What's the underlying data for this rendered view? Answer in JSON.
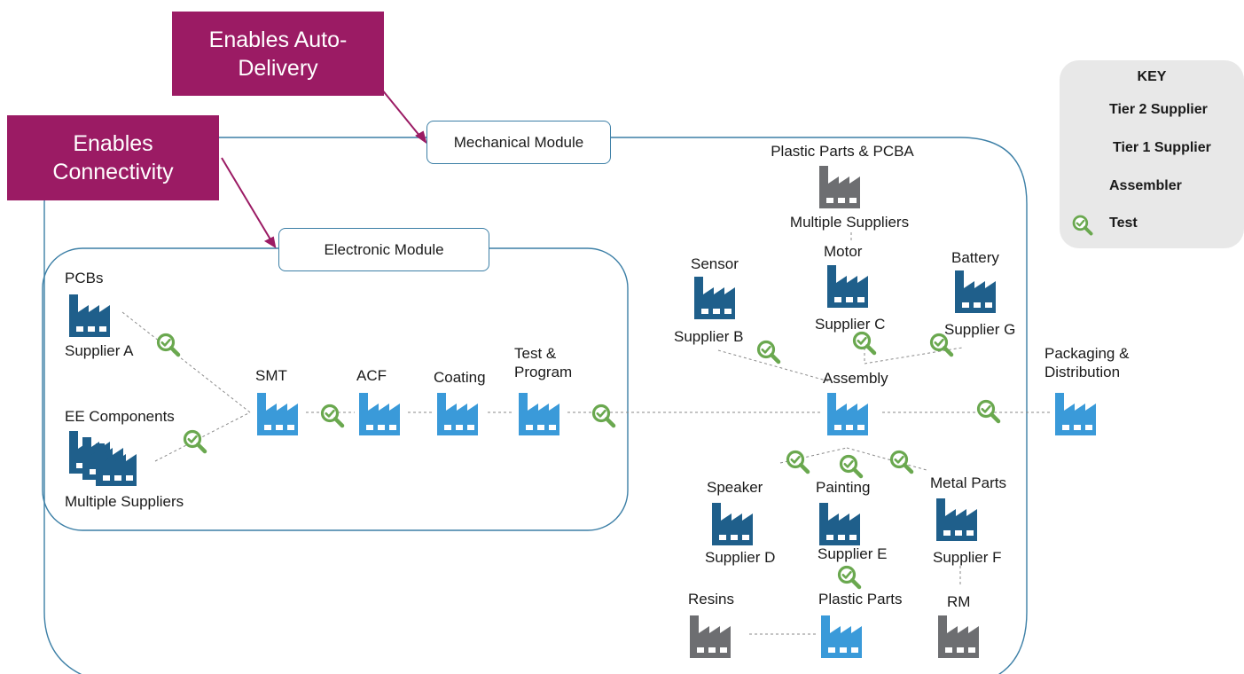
{
  "callouts": {
    "auto_delivery": "Enables Auto-Delivery",
    "connectivity": "Enables Connectivity"
  },
  "modules": {
    "mechanical": "Mechanical Module",
    "electronic": "Electronic Module"
  },
  "nodes": {
    "pcbs": {
      "title": "PCBs",
      "supplier": "Supplier A",
      "tier": "tier1"
    },
    "ee_components": {
      "title": "EE Components",
      "supplier": "Multiple Suppliers",
      "tier": "tier1"
    },
    "smt": {
      "title": "SMT",
      "tier": "assembler"
    },
    "acf": {
      "title": "ACF",
      "tier": "assembler"
    },
    "coating": {
      "title": "Coating",
      "tier": "assembler"
    },
    "test_program": {
      "title": "Test & Program",
      "tier": "assembler"
    },
    "plastic_pcba": {
      "title": "Plastic Parts & PCBA",
      "supplier": "Multiple Suppliers",
      "tier": "tier2"
    },
    "sensor": {
      "title": "Sensor",
      "supplier": "Supplier B",
      "tier": "tier1"
    },
    "motor": {
      "title": "Motor",
      "supplier": "Supplier C",
      "tier": "tier1"
    },
    "battery": {
      "title": "Battery",
      "supplier": "Supplier G",
      "tier": "tier1"
    },
    "assembly": {
      "title": "Assembly",
      "tier": "assembler"
    },
    "packaging": {
      "title": "Packaging & Distribution",
      "tier": "assembler"
    },
    "speaker": {
      "title": "Speaker",
      "supplier": "Supplier D",
      "tier": "tier1"
    },
    "painting": {
      "title": "Painting",
      "supplier": "Supplier E",
      "tier": "tier1"
    },
    "metal_parts": {
      "title": "Metal Parts",
      "supplier": "Supplier F",
      "tier": "tier1"
    },
    "resins": {
      "title": "Resins",
      "tier": "tier2"
    },
    "plastic_parts": {
      "title": "Plastic Parts",
      "tier": "assembler"
    },
    "rm": {
      "title": "RM",
      "tier": "tier2"
    }
  },
  "key": {
    "title": "KEY",
    "items": [
      {
        "label": "Tier 2 Supplier",
        "type": "tier2"
      },
      {
        "label": "Tier 1 Supplier",
        "type": "tier1"
      },
      {
        "label": "Assembler",
        "type": "assembler"
      },
      {
        "label": "Test",
        "type": "test"
      }
    ]
  },
  "colors": {
    "tier2": "#6d6e71",
    "tier1": "#1f5f8b",
    "assembler": "#3a9ad9",
    "test": "#6aa84f",
    "callout": "#9b1b64",
    "module_border": "#3c7fa6"
  }
}
